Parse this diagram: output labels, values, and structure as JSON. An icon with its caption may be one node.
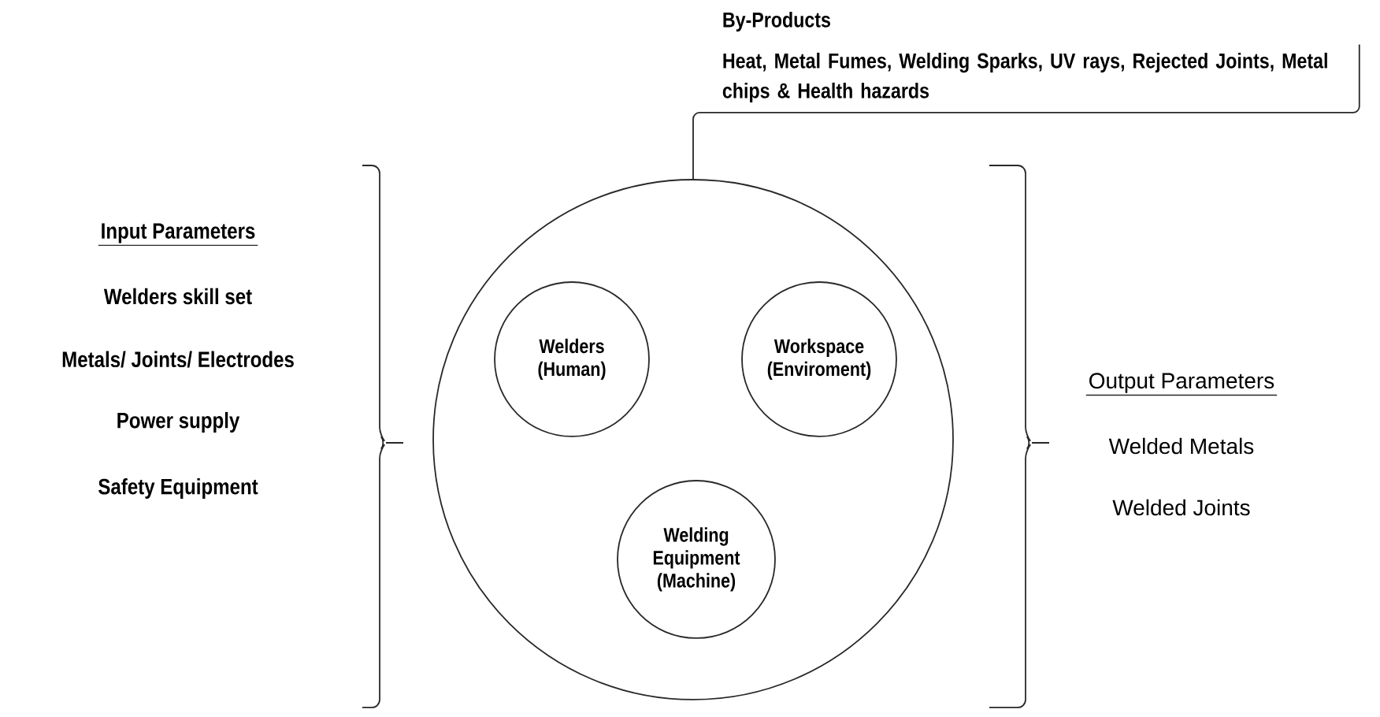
{
  "diagram": {
    "nodes": [
      {
        "text": [],
        "shape": "circle"
      },
      {
        "text": [
          "Welders (Human)"
        ],
        "in": 0
      },
      {
        "text": [
          "Workspace (Enviroment)"
        ],
        "in": 0
      },
      {
        "text": [
          "Welding Equipment (Machine)"
        ],
        "in": 0
      },
      {
        "text": [
          "By-Products",
          "Heat, Metal Fumes, Welding Sparks, UV rays, Rejected Joints, Metal chips & Health hazards"
        ]
      }
    ],
    "edges": [
      {
        "from": 0,
        "to": 4,
        "arrow": "none"
      }
    ],
    "labels": [
      "Input Parameters",
      "Welders skill set",
      "Output Parameters",
      "Metals/ Joints/ Electrodes",
      "Welded Metals",
      "Power supply",
      "Welded Joints",
      "Safety Equipment"
    ]
  }
}
